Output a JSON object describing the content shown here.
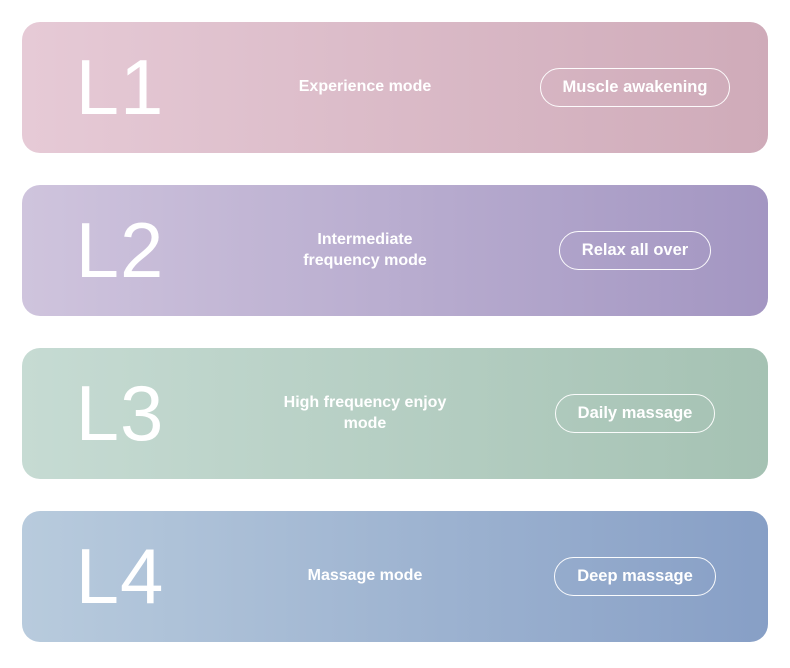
{
  "background_color": "#ffffff",
  "levels": [
    {
      "badge": "L1",
      "mode_label": "Experience mode",
      "pill_label": "Muscle awakening",
      "gradient_from": "#e6cad6",
      "gradient_to": "#cfabb9"
    },
    {
      "badge": "L2",
      "mode_label": "Intermediate\nfrequency mode",
      "pill_label": "Relax all over",
      "gradient_from": "#cfc4dd",
      "gradient_to": "#a396c2"
    },
    {
      "badge": "L3",
      "mode_label": "High frequency enjoy\nmode",
      "pill_label": "Daily massage",
      "gradient_from": "#c6dbd3",
      "gradient_to": "#a5c2b3"
    },
    {
      "badge": "L4",
      "mode_label": "Massage mode",
      "pill_label": "Deep massage",
      "gradient_from": "#b8cbdd",
      "gradient_to": "#879fc6"
    }
  ]
}
